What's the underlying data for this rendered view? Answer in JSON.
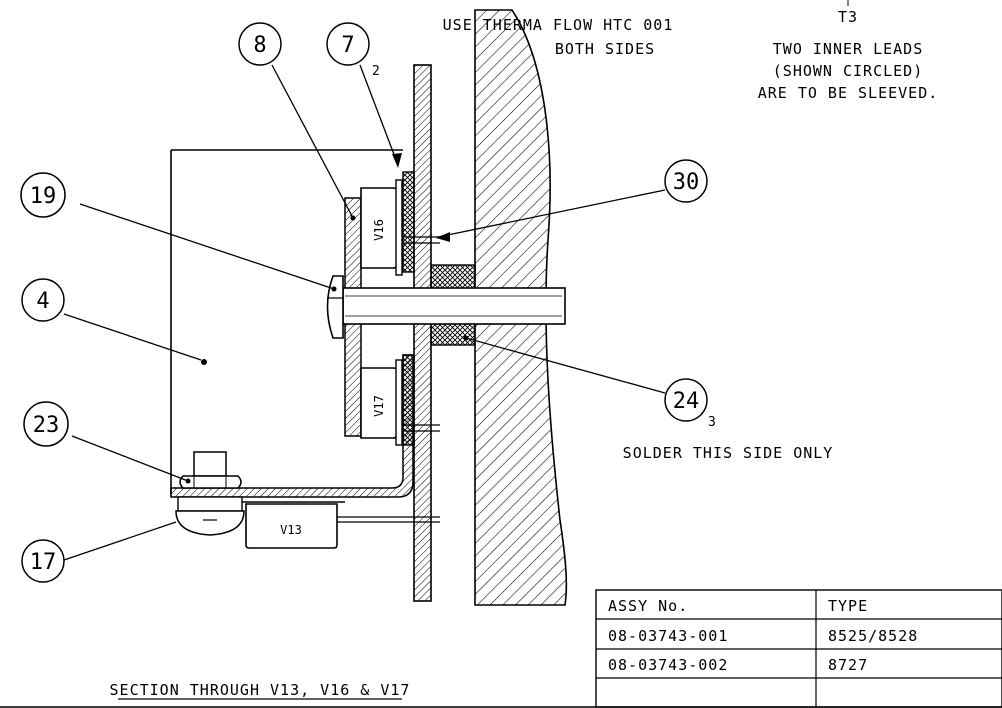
{
  "notes": {
    "therma_line1": "USE THERMA FLOW HTC 001",
    "therma_line2": "BOTH SIDES",
    "t3_line0": "T3",
    "t3_line1": "TWO INNER LEADS",
    "t3_line2": "(SHOWN CIRCLED)",
    "t3_line3": "ARE TO BE SLEEVED.",
    "solder": "SOLDER THIS SIDE ONLY",
    "section_title": "SECTION THROUGH V13, V16 & V17"
  },
  "balloons": {
    "b8": "8",
    "b7": "7",
    "b7_sub": "2",
    "b19": "19",
    "b4": "4",
    "b30": "30",
    "b24": "24",
    "b24_sub": "3",
    "b23": "23",
    "b17": "17"
  },
  "parts": {
    "v16": "V16",
    "v17": "V17",
    "v13": "V13"
  },
  "table": {
    "headers": [
      "ASSY No.",
      "TYPE"
    ],
    "rows": [
      [
        "08-03743-001",
        "8525/8528"
      ],
      [
        "08-03743-002",
        "8727"
      ],
      [
        "",
        ""
      ]
    ]
  }
}
